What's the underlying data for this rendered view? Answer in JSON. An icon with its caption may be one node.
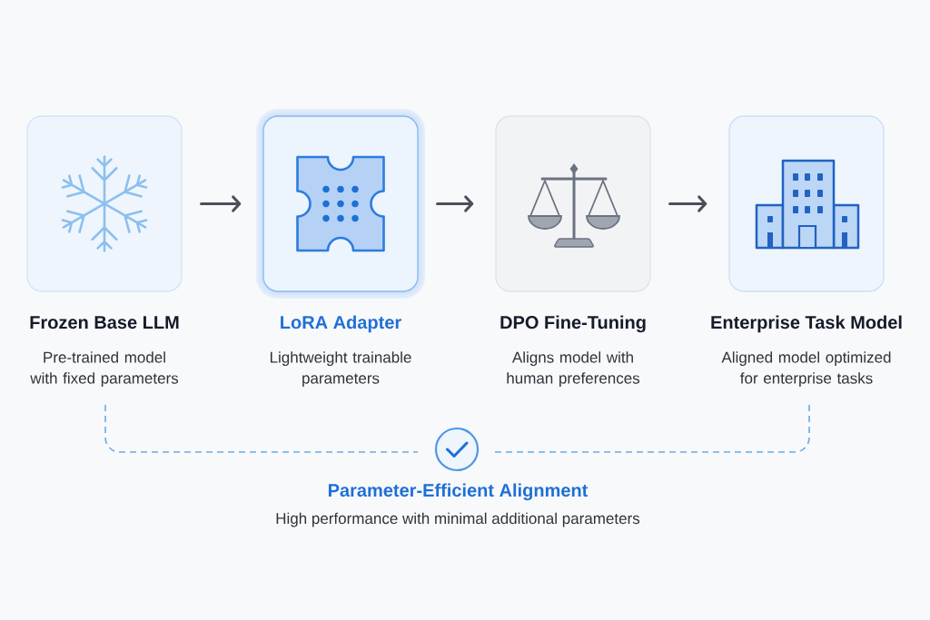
{
  "diagram": {
    "nodes": [
      {
        "text": [
          "Frozen Base LLM",
          "Pre-trained model with fixed parameters"
        ]
      },
      {
        "text": [
          "LoRA Adapter",
          "Lightweight trainable parameters"
        ]
      },
      {
        "text": [
          "DPO Fine-Tuning",
          "Aligns model with human preferences"
        ]
      },
      {
        "text": [
          "Enterprise Task Model",
          "Aligned model optimized for enterprise tasks"
        ]
      }
    ],
    "edges": [
      {
        "from": 0,
        "to": 1,
        "arrow": "to"
      },
      {
        "from": 1,
        "to": 2,
        "arrow": "to"
      },
      {
        "from": 2,
        "to": 3,
        "arrow": "to"
      }
    ],
    "labels": [
      "Parameter-Efficient Alignment",
      "High performance with minimal additional parameters"
    ]
  }
}
